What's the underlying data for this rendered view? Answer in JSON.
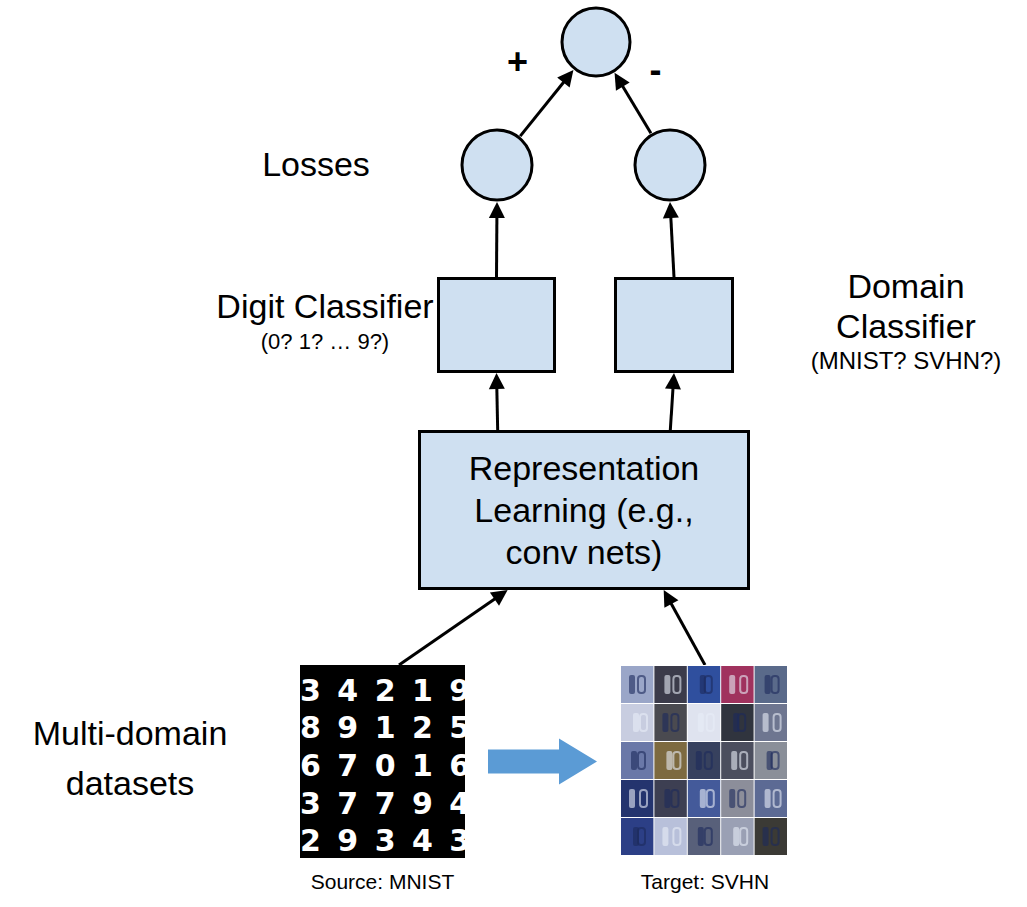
{
  "diagram": {
    "nodes": [
      {
        "text": []
      },
      {
        "text": []
      },
      {
        "text": []
      },
      {
        "text": [
          "Digit Classifier",
          "(0? 1? … 9?)"
        ]
      },
      {
        "text": [
          "Domain Classifier",
          "(MNIST? SVHN?)"
        ]
      },
      {
        "text": [
          "Representation Learning (e.g., conv nets)"
        ]
      },
      {
        "text": [
          "Source: MNIST"
        ]
      },
      {
        "text": [
          "Target: SVHN"
        ]
      }
    ],
    "edges": [
      {
        "from": 1,
        "to": 0,
        "label": "+",
        "arrow": "to"
      },
      {
        "from": 2,
        "to": 0,
        "label": "-",
        "arrow": "to"
      },
      {
        "from": 3,
        "to": 1,
        "arrow": "to"
      },
      {
        "from": 4,
        "to": 2,
        "arrow": "to"
      },
      {
        "from": 5,
        "to": 3,
        "arrow": "to"
      },
      {
        "from": 5,
        "to": 4,
        "arrow": "to"
      },
      {
        "from": 6,
        "to": 5,
        "arrow": "to"
      },
      {
        "from": 7,
        "to": 5,
        "arrow": "to"
      },
      {
        "from": 6,
        "to": 7,
        "arrow": "to"
      }
    ],
    "labels": [
      "Losses",
      "Multi-domain datasets",
      "3 4 2 1 9",
      "8 9 1 2 5",
      "6 7 0 1 6",
      "3 7 7 9 4",
      "2 9 3 4 3"
    ]
  }
}
